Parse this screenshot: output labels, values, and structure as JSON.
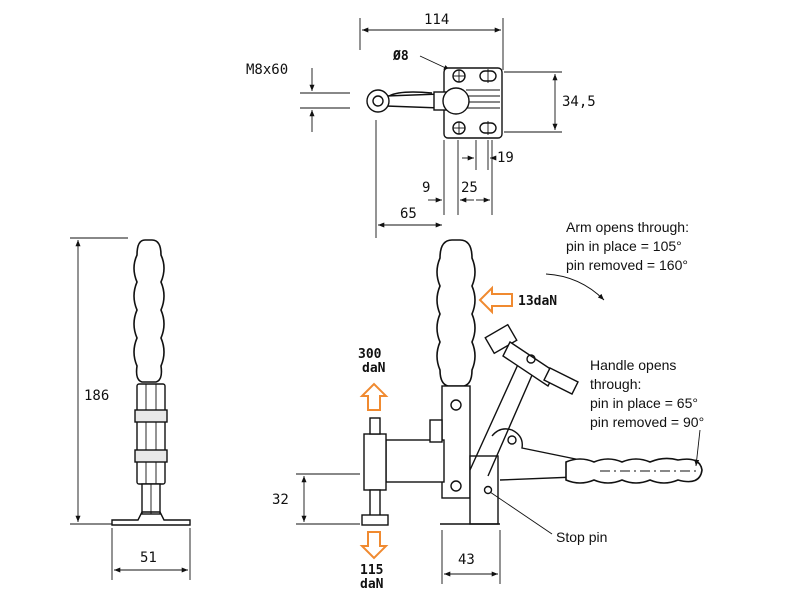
{
  "dimensions": {
    "overall_width": "114",
    "hole_dia": "Ø8",
    "bolt": "M8x60",
    "base_height": "34,5",
    "d19": "19",
    "d9": "9",
    "d25": "25",
    "d65": "65",
    "height": "186",
    "base_width": "51",
    "d32": "32",
    "d43": "43"
  },
  "forces": {
    "holding_value": "300",
    "holding_unit": "daN",
    "release_value": "115",
    "release_unit": "daN",
    "handle_force": "13daN"
  },
  "notes": {
    "arm_line1": "Arm opens through:",
    "arm_line2": "pin in place = 105°",
    "arm_line3": "pin removed = 160°",
    "handle_line1": "Handle opens",
    "handle_line2": "through:",
    "handle_line3": "pin in place = 65°",
    "handle_line4": "pin removed = 90°",
    "stop_pin": "Stop pin"
  },
  "colors": {
    "arrow": "#f08a30",
    "line": "#111111"
  }
}
